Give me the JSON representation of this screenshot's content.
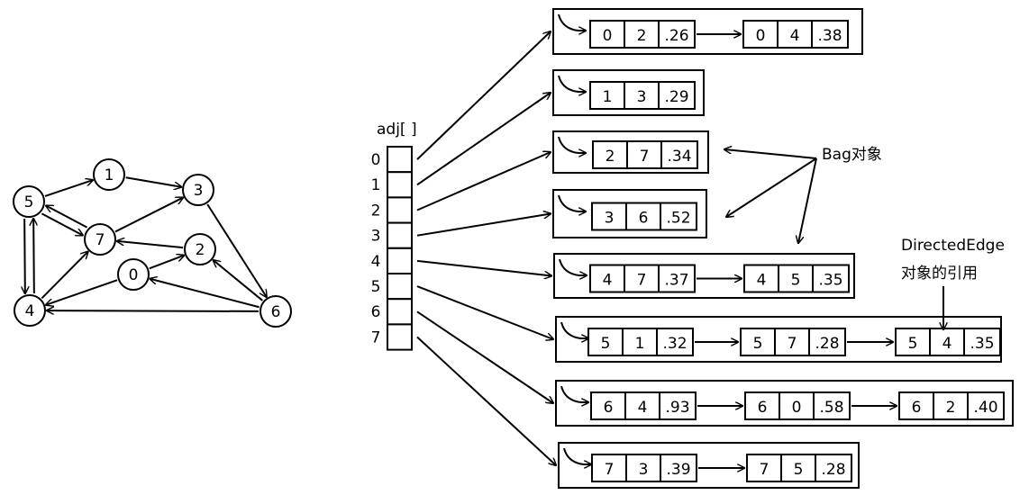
{
  "graph": {
    "nodes": [
      {
        "id": "0",
        "label": "0"
      },
      {
        "id": "1",
        "label": "1"
      },
      {
        "id": "2",
        "label": "2"
      },
      {
        "id": "3",
        "label": "3"
      },
      {
        "id": "4",
        "label": "4"
      },
      {
        "id": "5",
        "label": "5"
      },
      {
        "id": "6",
        "label": "6"
      },
      {
        "id": "7",
        "label": "7"
      }
    ],
    "edges": [
      {
        "from": "0",
        "to": "2"
      },
      {
        "from": "0",
        "to": "4"
      },
      {
        "from": "1",
        "to": "3"
      },
      {
        "from": "2",
        "to": "7"
      },
      {
        "from": "3",
        "to": "6"
      },
      {
        "from": "4",
        "to": "7"
      },
      {
        "from": "4",
        "to": "5"
      },
      {
        "from": "5",
        "to": "1"
      },
      {
        "from": "5",
        "to": "7"
      },
      {
        "from": "5",
        "to": "4"
      },
      {
        "from": "6",
        "to": "4"
      },
      {
        "from": "6",
        "to": "0"
      },
      {
        "from": "6",
        "to": "2"
      },
      {
        "from": "7",
        "to": "3"
      },
      {
        "from": "7",
        "to": "5"
      }
    ]
  },
  "adj": {
    "label": "adj[ ]",
    "indices": [
      "0",
      "1",
      "2",
      "3",
      "4",
      "5",
      "6",
      "7"
    ]
  },
  "bags": [
    {
      "edges": [
        [
          "0",
          "2",
          ".26"
        ],
        [
          "0",
          "4",
          ".38"
        ]
      ]
    },
    {
      "edges": [
        [
          "1",
          "3",
          ".29"
        ]
      ]
    },
    {
      "edges": [
        [
          "2",
          "7",
          ".34"
        ]
      ]
    },
    {
      "edges": [
        [
          "3",
          "6",
          ".52"
        ]
      ]
    },
    {
      "edges": [
        [
          "4",
          "7",
          ".37"
        ],
        [
          "4",
          "5",
          ".35"
        ]
      ]
    },
    {
      "edges": [
        [
          "5",
          "1",
          ".32"
        ],
        [
          "5",
          "7",
          ".28"
        ],
        [
          "5",
          "4",
          ".35"
        ]
      ]
    },
    {
      "edges": [
        [
          "6",
          "4",
          ".93"
        ],
        [
          "6",
          "0",
          ".58"
        ],
        [
          "6",
          "2",
          ".40"
        ]
      ]
    },
    {
      "edges": [
        [
          "7",
          "3",
          ".39"
        ],
        [
          "7",
          "5",
          ".28"
        ]
      ]
    }
  ],
  "annotations": {
    "bag_label": "Bag对象",
    "edge_label_line1": "DirectedEdge",
    "edge_label_line2": "对象的引用"
  }
}
